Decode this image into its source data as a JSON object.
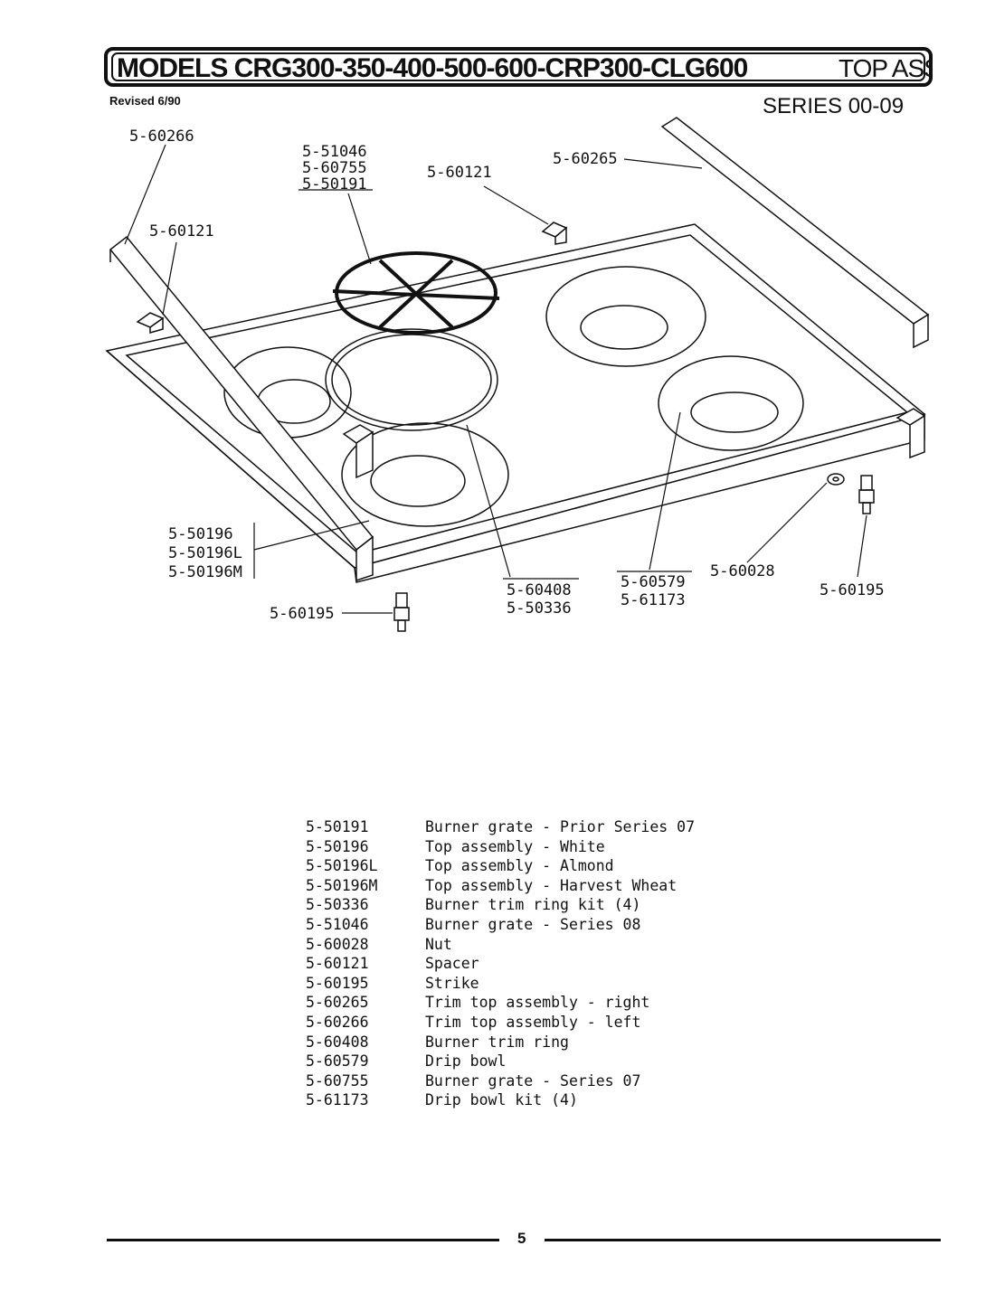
{
  "header": {
    "title_main": "MODELS CRG300-350-400-500-600-CRP300-CLG600",
    "title_sub": "TOP ASSEMBLY",
    "revised": "Revised 6/90",
    "series": "SERIES 00-09"
  },
  "callouts": {
    "c60266": "5-60266",
    "c51046": "5-51046",
    "c60755": "5-60755",
    "c50191": "5-50191",
    "c60121_top": "5-60121",
    "c60265": "5-60265",
    "c60121_left": "5-60121",
    "c50196": "5-50196",
    "c50196L": "5-50196L",
    "c50196M": "5-50196M",
    "c60195_left": "5-60195",
    "c60408": "5-60408",
    "c50336": "5-50336",
    "c60579": "5-60579",
    "c61173": "5-61173",
    "c60028": "5-60028",
    "c60195_right": "5-60195"
  },
  "parts": [
    {
      "number": "5-50191",
      "description": "Burner grate - Prior Series 07"
    },
    {
      "number": "5-50196",
      "description": "Top assembly - White"
    },
    {
      "number": "5-50196L",
      "description": "Top assembly - Almond"
    },
    {
      "number": "5-50196M",
      "description": "Top assembly - Harvest Wheat"
    },
    {
      "number": "5-50336",
      "description": "Burner trim ring kit (4)"
    },
    {
      "number": "5-51046",
      "description": "Burner grate - Series 08"
    },
    {
      "number": "5-60028",
      "description": "Nut"
    },
    {
      "number": "5-60121",
      "description": "Spacer"
    },
    {
      "number": "5-60195",
      "description": "Strike"
    },
    {
      "number": "5-60265",
      "description": "Trim top assembly - right"
    },
    {
      "number": "5-60266",
      "description": "Trim top assembly - left"
    },
    {
      "number": "5-60408",
      "description": "Burner trim ring"
    },
    {
      "number": "5-60579",
      "description": "Drip bowl"
    },
    {
      "number": "5-60755",
      "description": "Burner grate - Series 07"
    },
    {
      "number": "5-61173",
      "description": "Drip bowl kit (4)"
    }
  ],
  "footer": {
    "page_number": "5"
  }
}
